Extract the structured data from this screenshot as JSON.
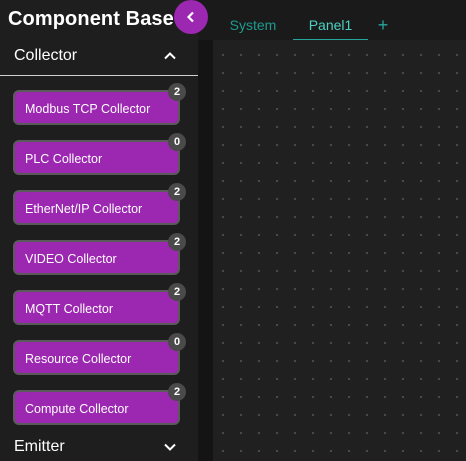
{
  "sidebar": {
    "title": "Component Base",
    "sections": [
      {
        "label": "Collector",
        "expanded": true,
        "items": [
          {
            "label": "Modbus TCP Collector",
            "count": "2"
          },
          {
            "label": "PLC Collector",
            "count": "0"
          },
          {
            "label": "EtherNet/IP Collector",
            "count": "2"
          },
          {
            "label": "VIDEO Collector",
            "count": "2"
          },
          {
            "label": "MQTT Collector",
            "count": "2"
          },
          {
            "label": "Resource Collector",
            "count": "0"
          },
          {
            "label": "Compute Collector",
            "count": "2"
          }
        ]
      },
      {
        "label": "Emitter",
        "expanded": false
      }
    ],
    "collapse_icon": "chevron-left-icon"
  },
  "tabs": {
    "items": [
      {
        "label": "System",
        "active": false
      },
      {
        "label": "Panel1",
        "active": true
      }
    ],
    "add_label": "+"
  },
  "colors": {
    "accent": "#9c27b0",
    "tab_accent": "#26a69a",
    "badge": "#4a4a4a",
    "background": "#1c1c1c"
  }
}
